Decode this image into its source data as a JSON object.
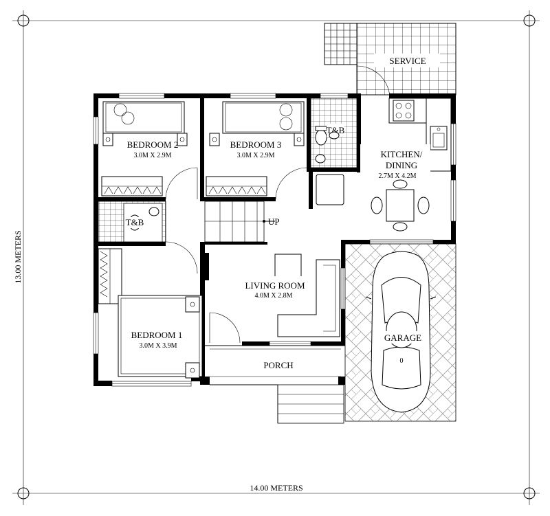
{
  "rooms": {
    "service": {
      "name": "SERVICE"
    },
    "bedroom2": {
      "name": "BEDROOM 2",
      "size": "3.0M X 2.9M"
    },
    "bedroom3": {
      "name": "BEDROOM 3",
      "size": "3.0M X 2.9M"
    },
    "tb_upper": {
      "name": "T&B"
    },
    "tb_lower": {
      "name": "T&B"
    },
    "kitchen": {
      "name_line1": "KITCHEN/",
      "name_line2": "DINING",
      "size": "2.7M X 4.2M"
    },
    "stair": {
      "label": "UP"
    },
    "living": {
      "name": "LIVING ROOM",
      "size": "4.0M X 2.8M"
    },
    "bedroom1": {
      "name": "BEDROOM 1",
      "size": "3.0M X 3.9M"
    },
    "porch": {
      "name": "PORCH"
    },
    "garage": {
      "name": "GARAGE"
    }
  },
  "dimensions": {
    "width": "14.00 METERS",
    "height": "13.00 METERS"
  }
}
